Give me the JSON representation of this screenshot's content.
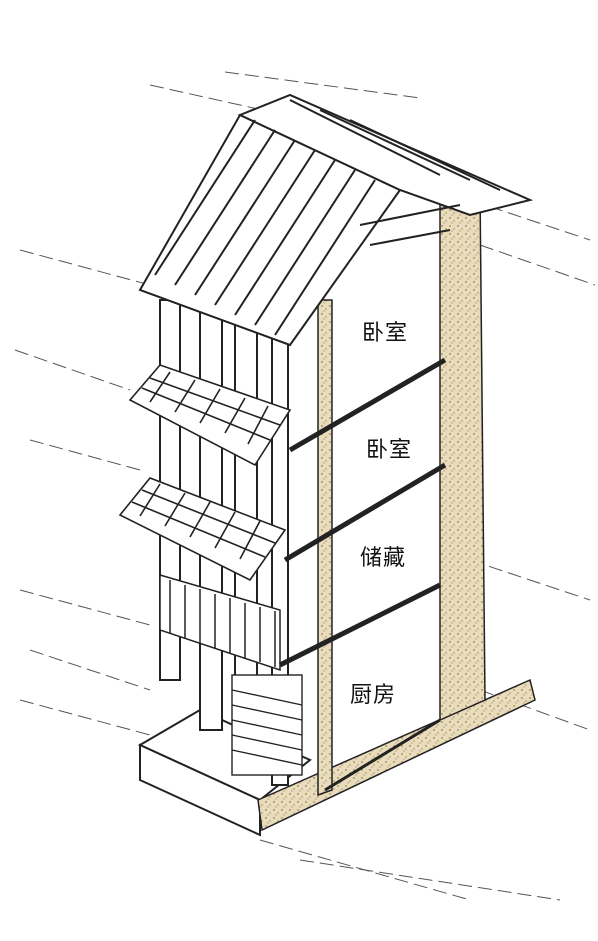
{
  "rooms": {
    "floor4": "卧室",
    "floor3": "卧室",
    "floor2": "储藏",
    "floor1": "厨房"
  },
  "colors": {
    "ink": "#1a1a1a",
    "wall_fill": "#e8dcc0",
    "wall_speckle": "#a88f5a",
    "paper": "#ffffff"
  },
  "icons": [
    "roof-icon",
    "awning-icon",
    "brick-wall-icon",
    "stair-icon"
  ]
}
